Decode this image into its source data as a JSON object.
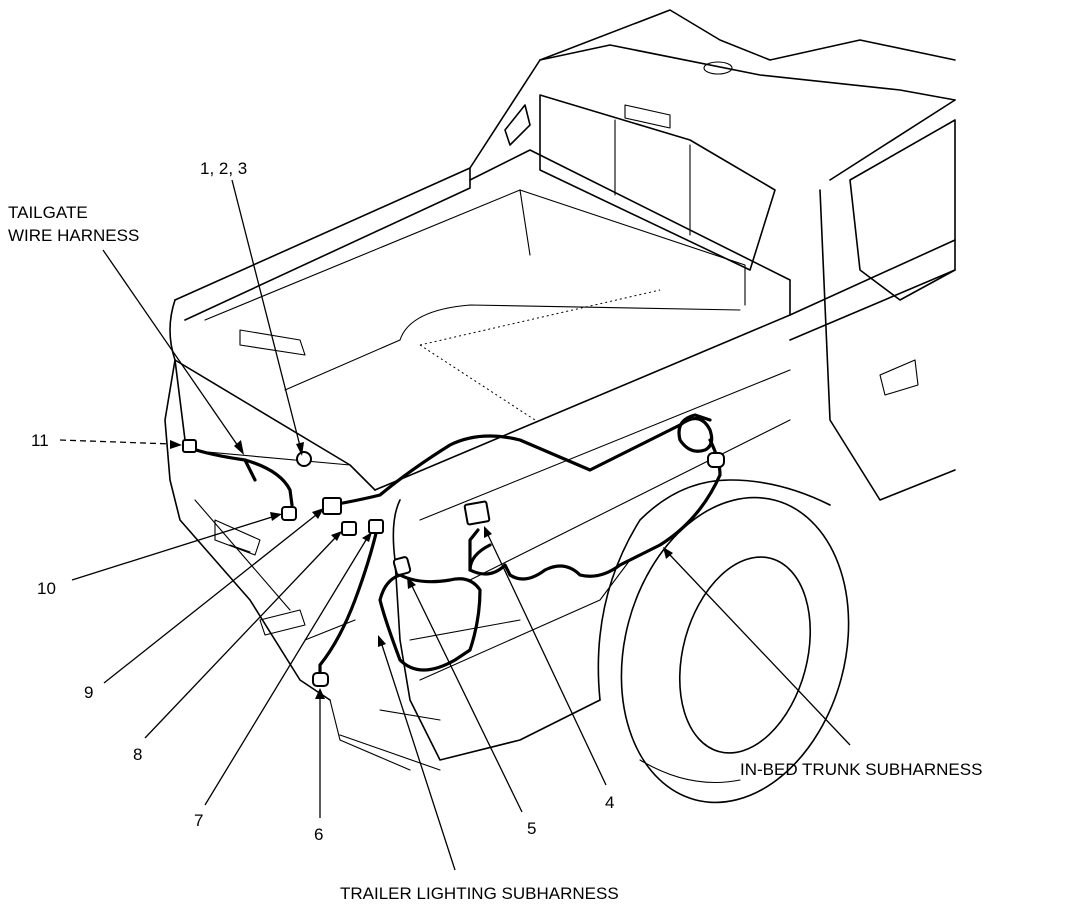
{
  "labels": {
    "tailgate_line1": "TAILGATE",
    "tailgate_line2": "WIRE HARNESS",
    "group_123": "1, 2, 3",
    "n4": "4",
    "n5": "5",
    "n6": "6",
    "n7": "7",
    "n8": "8",
    "n9": "9",
    "n10": "10",
    "n11": "11",
    "in_bed": "IN-BED TRUNK SUBHARNESS",
    "trailer": "TRAILER LIGHTING SUBHARNESS"
  }
}
